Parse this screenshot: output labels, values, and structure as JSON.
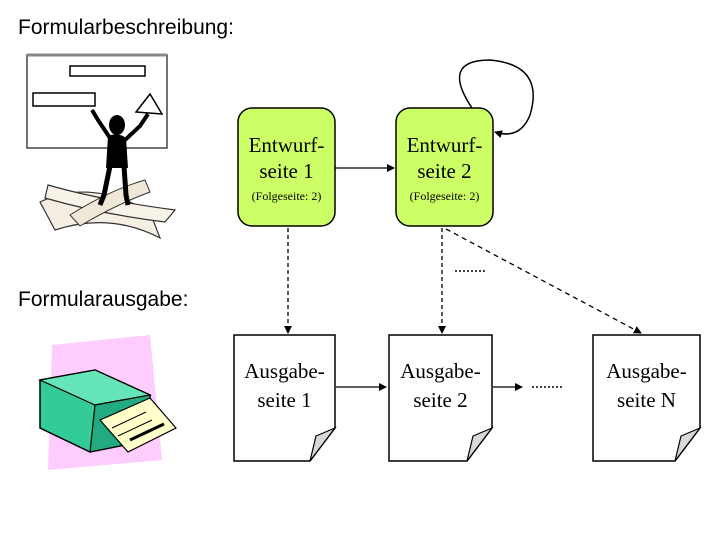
{
  "headings": {
    "description": "Formularbeschreibung:",
    "output": "Formularausgabe:"
  },
  "design_pages": [
    {
      "line1": "Entwurf-",
      "line2": "seite 1",
      "sub": "(Folgeseite: 2)"
    },
    {
      "line1": "Entwurf-",
      "line2": "seite 2",
      "sub": "(Folgeseite: 2)"
    }
  ],
  "output_pages": [
    {
      "line1": "Ausgabe-",
      "line2": "seite 1"
    },
    {
      "line1": "Ausgabe-",
      "line2": "seite 2"
    },
    {
      "line1": "Ausgabe-",
      "line2": "seite N"
    }
  ],
  "colors": {
    "design_fill": "#ccff66",
    "page_fill": "#ffffff",
    "stroke": "#000000"
  },
  "icons": {
    "description_clipart": "presenter-figure-icon",
    "output_clipart": "printer-icon"
  }
}
